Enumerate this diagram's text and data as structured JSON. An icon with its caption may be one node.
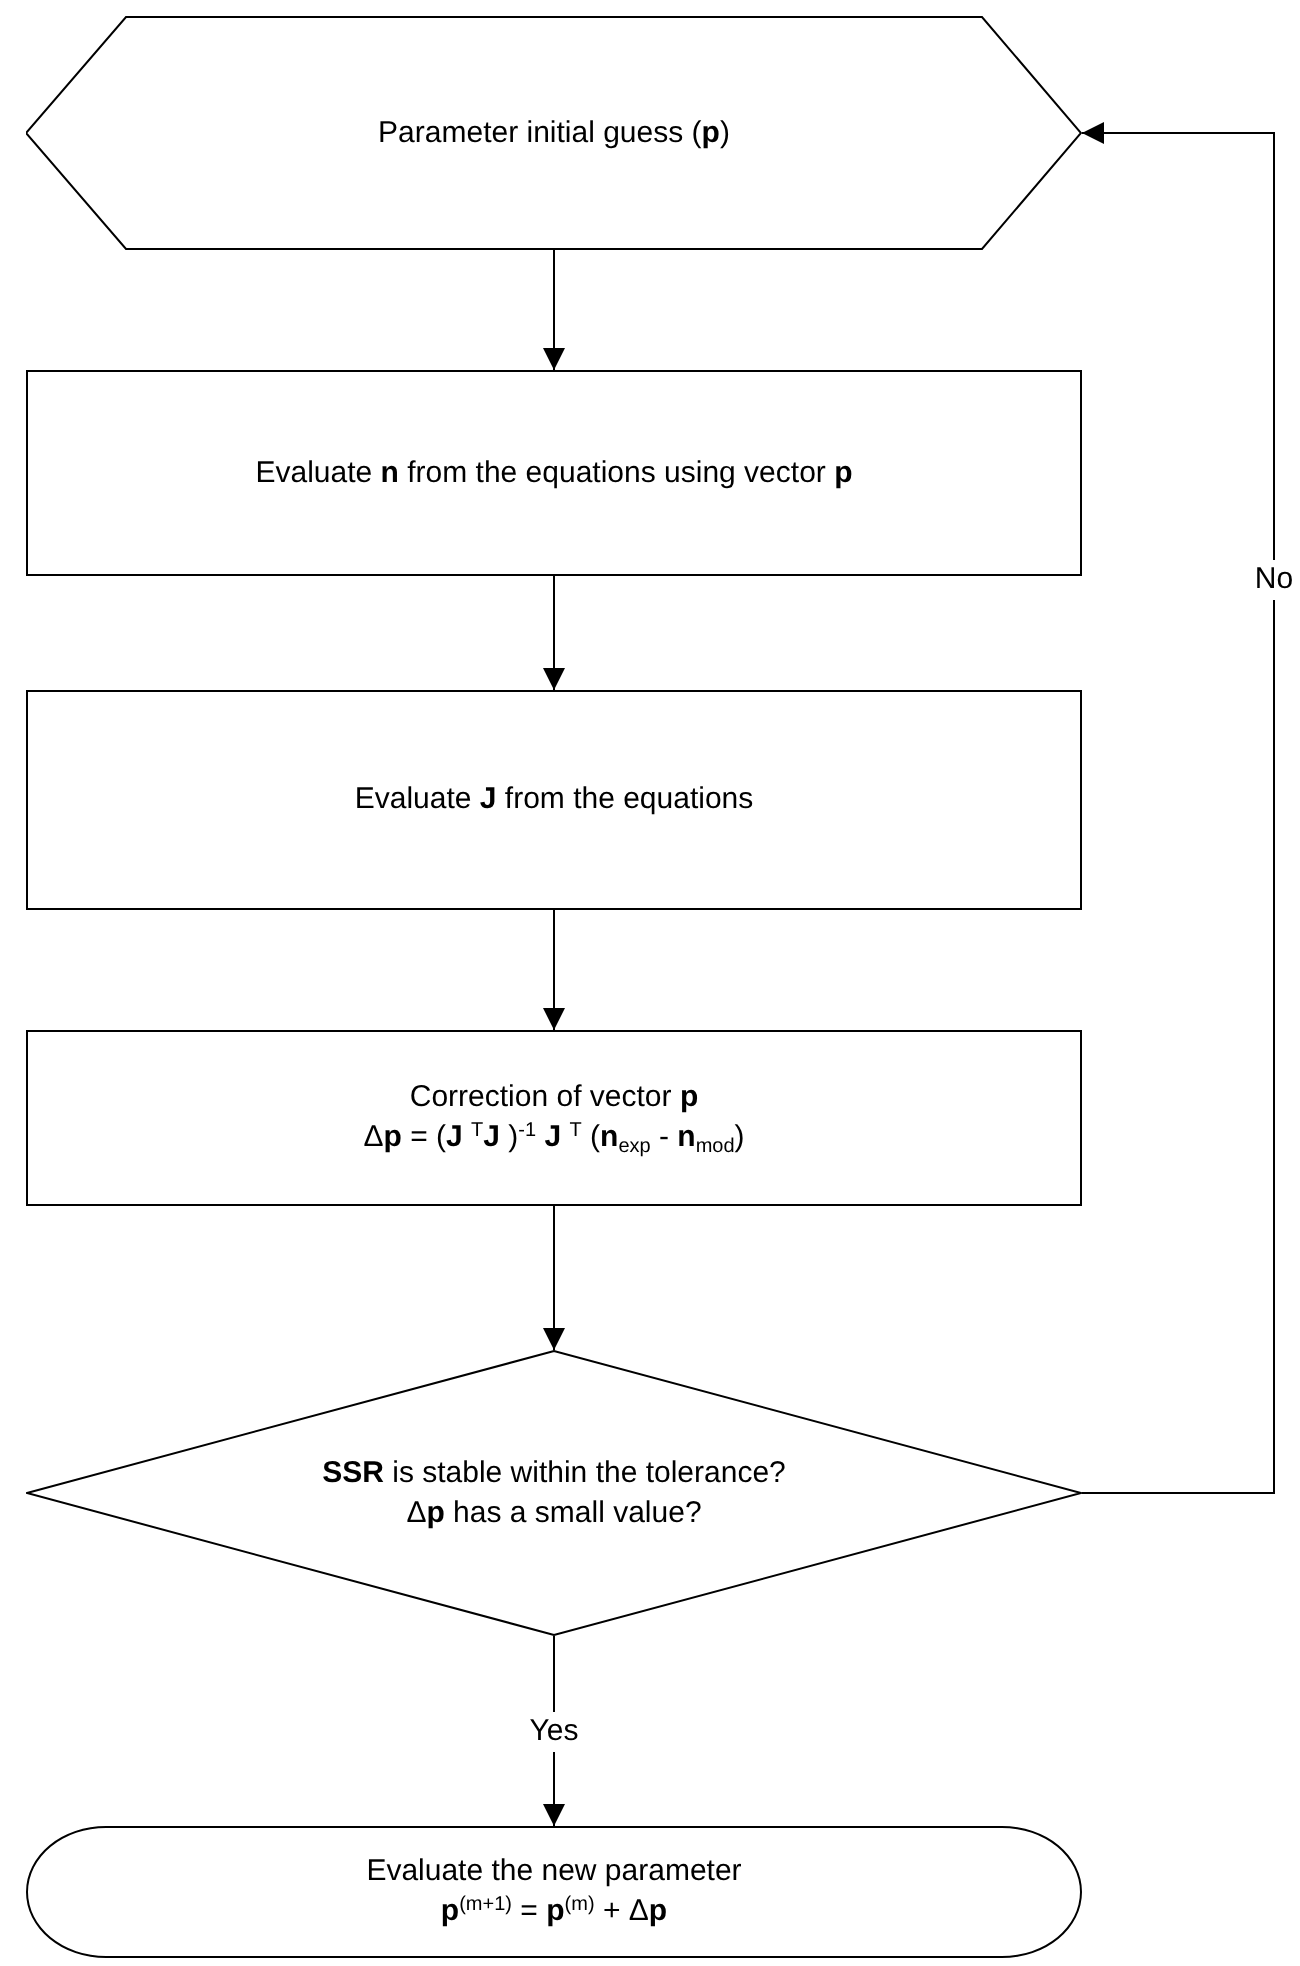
{
  "diagram": {
    "nodes": [
      {
        "text": [
          "Parameter initial guess (**p**)"
        ]
      },
      {
        "text": [
          "Evaluate **n** from the equations using vector **p**"
        ]
      },
      {
        "text": [
          "Evaluate **J** from the equations"
        ]
      },
      {
        "text": [
          "Correction of vector **p**",
          "Δ**p** = (**J** $^{T}$**J** )$^{-1}$ **J** $^{T}$ (**n**$_{exp}$ - **n**$_{mod}$)"
        ]
      },
      {
        "text": [
          "**SSR** is stable within the tolerance?",
          "Δ**p** has a small value?"
        ]
      },
      {
        "text": [
          "Evaluate the new parameter",
          "**p**$^{(m+1)}$ = **p**$^{(m)}$ + Δ**p**"
        ]
      }
    ],
    "edges": [
      {
        "from": 0,
        "to": 1,
        "arrow": "to"
      },
      {
        "from": 1,
        "to": 2,
        "arrow": "to"
      },
      {
        "from": 2,
        "to": 3,
        "arrow": "to"
      },
      {
        "from": 3,
        "to": 4,
        "arrow": "to"
      },
      {
        "from": 4,
        "to": 5,
        "arrow": "to",
        "label": "Yes"
      },
      {
        "from": 4,
        "to": 0,
        "arrow": "to",
        "label": "No"
      }
    ]
  }
}
